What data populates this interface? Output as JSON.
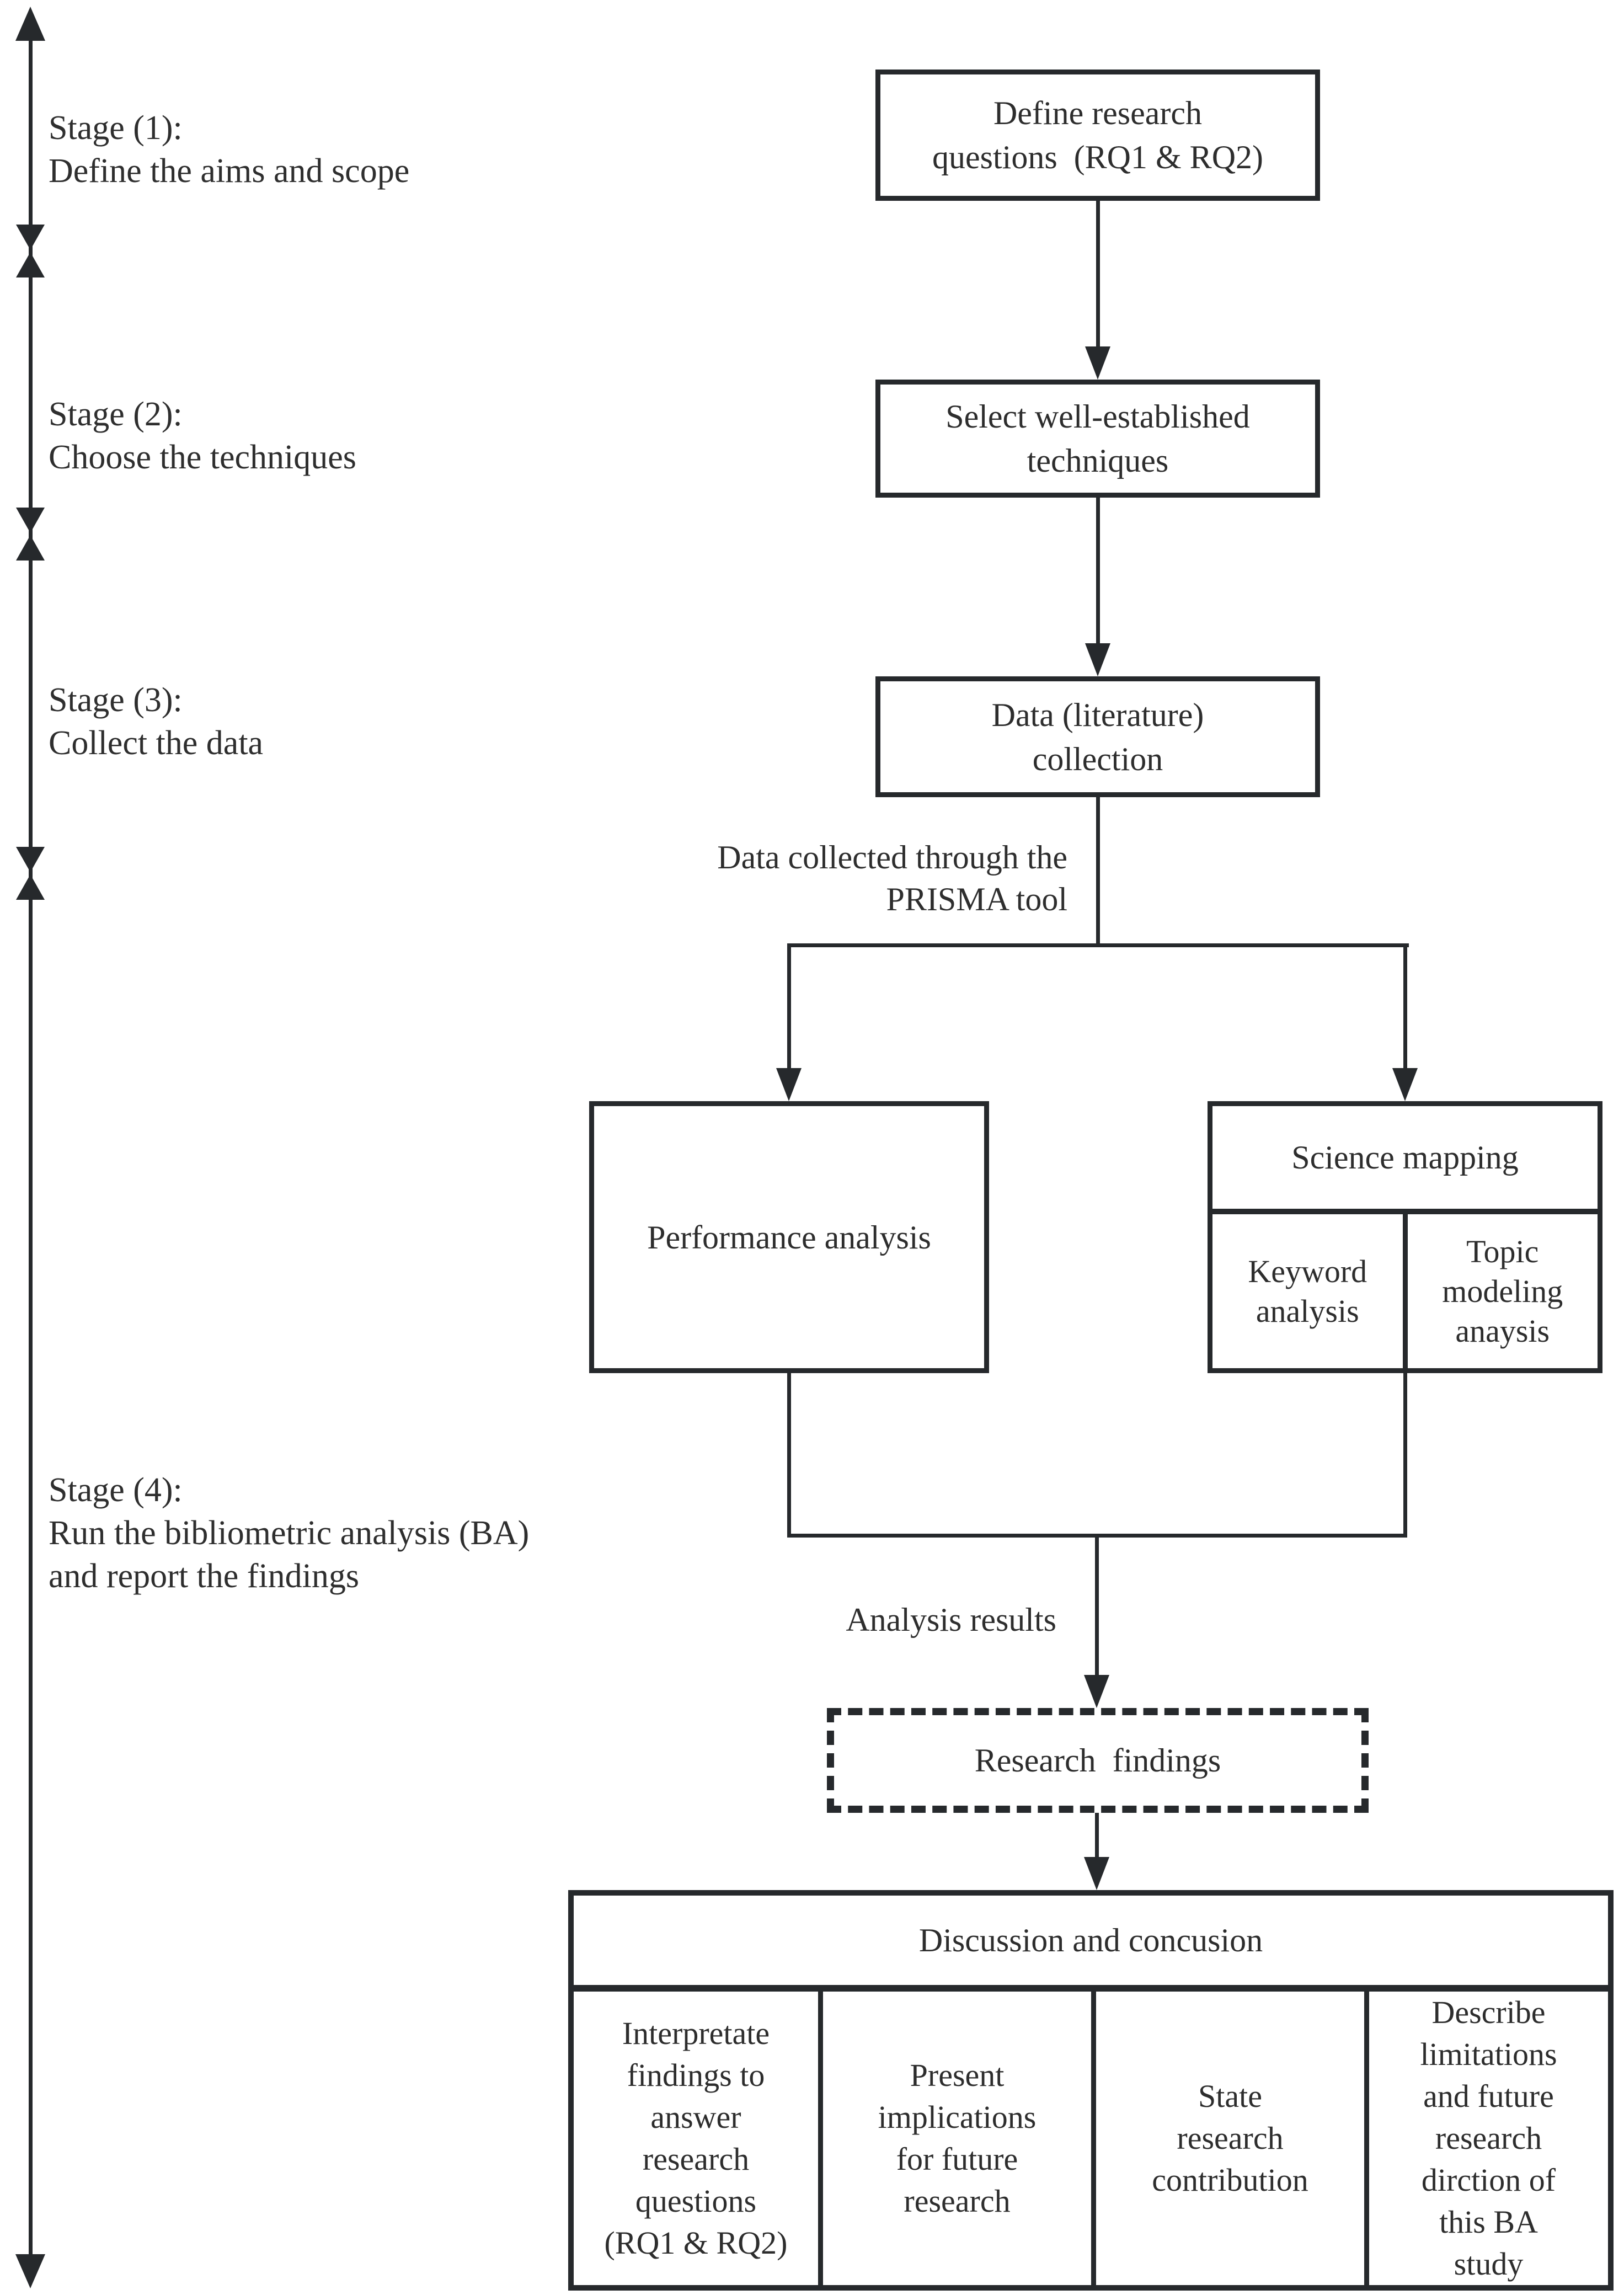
{
  "colors": {
    "ink": "#26292c",
    "text": "#2d2d2d",
    "background": "#ffffff"
  },
  "stage_axis": {
    "stages": [
      {
        "title": "Stage (1):",
        "text": "Define the aims and scope"
      },
      {
        "title": "Stage (2):",
        "text": "Choose the techniques"
      },
      {
        "title": "Stage (3):",
        "text": "Collect the data"
      },
      {
        "title": "Stage (4):",
        "text": "Run the bibliometric analysis (BA)\nand report the findings"
      }
    ]
  },
  "flow": {
    "box_define_rq": "Define research\nquestions  (RQ1 & RQ2)",
    "box_select_techniques": "Select well-established\ntechniques",
    "box_data_collection": "Data (literature)\ncollection",
    "label_prisma": "Data collected through the\nPRISMA tool",
    "box_performance": "Performance analysis",
    "box_science_mapping": "Science mapping",
    "cell_keyword": "Keyword\nanalysis",
    "cell_topic": "Topic\nmodeling\nanaysis",
    "label_analysis_results": "Analysis results",
    "box_research_findings": "Research  findings",
    "discussion_title": "Discussion and concusion",
    "discussion_columns": [
      "Interpretate\nfindings to\nanswer\nresearch\nquestions\n(RQ1 & RQ2)",
      "Present\nimplications\nfor future\nresearch",
      "State\nresearch\ncontribution",
      "Describe\nlimitations\nand future\nresearch\ndirction of\nthis BA\nstudy"
    ]
  }
}
